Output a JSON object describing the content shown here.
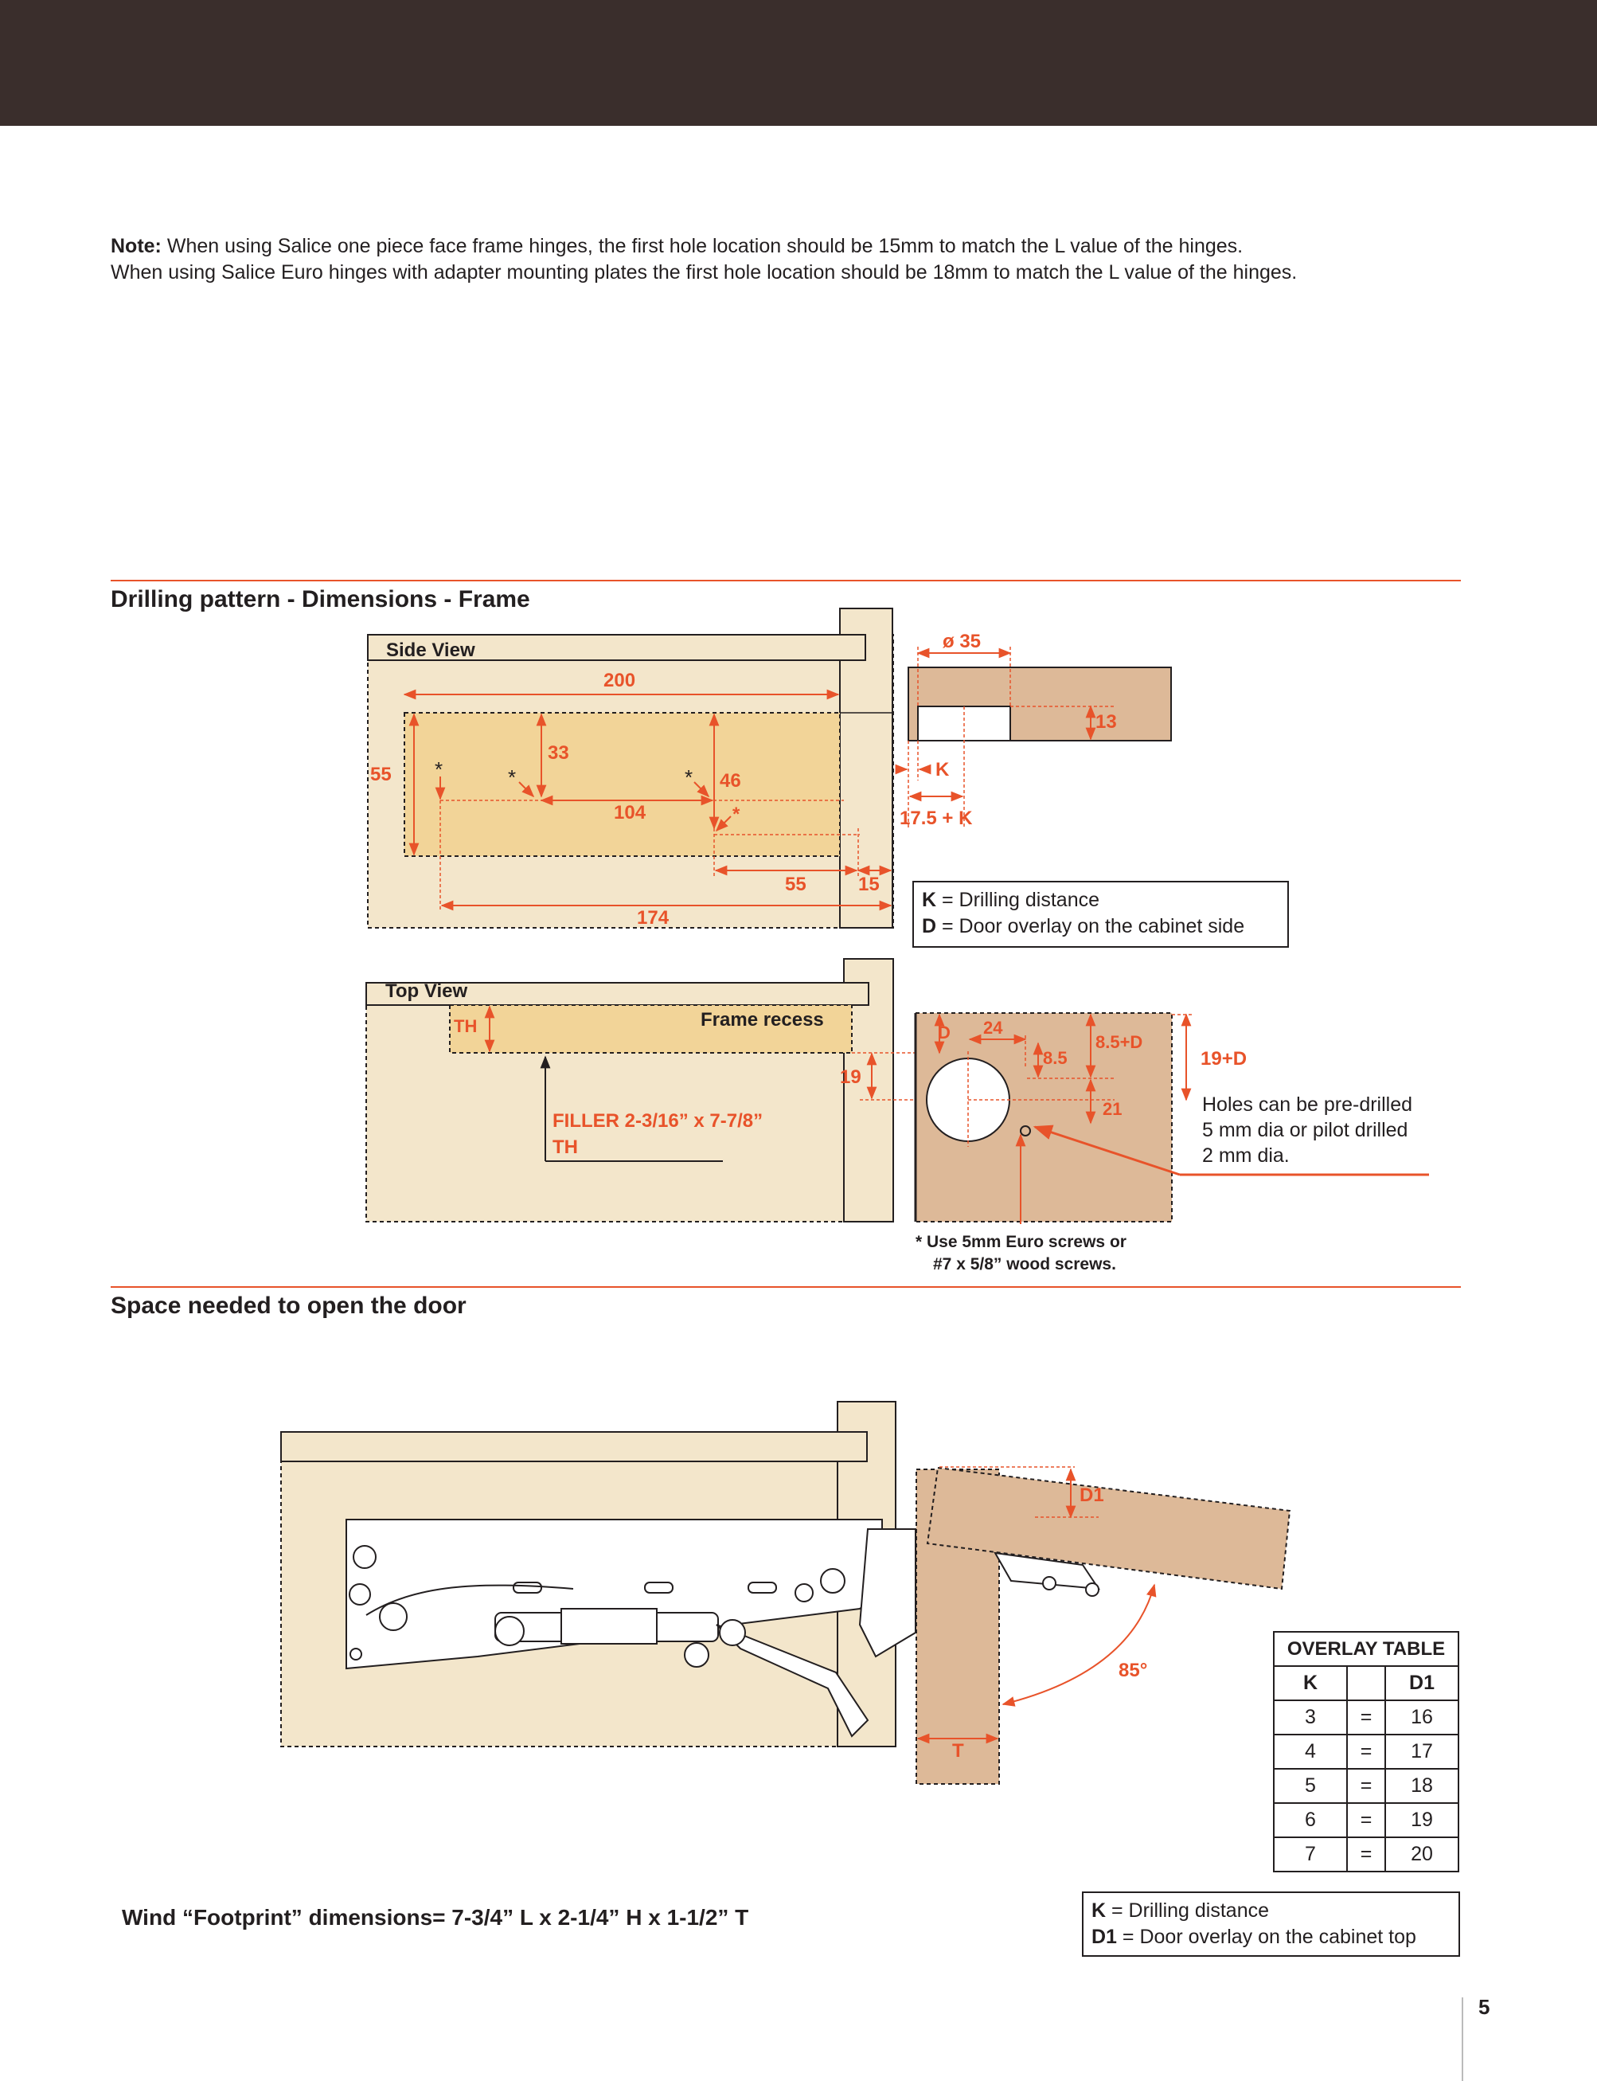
{
  "note": {
    "label": "Note:",
    "line1": "When using Salice one piece face frame hinges, the first hole location should be 15mm to match the L value of the hinges.",
    "line2": "When using Salice Euro hinges with adapter mounting plates the first hole location should be 18mm to match the L value of the hinges."
  },
  "sections": {
    "drilling": "Drilling pattern - Dimensions - Frame",
    "space": "Space needed to open the door"
  },
  "side_view": {
    "title": "Side View",
    "dims": {
      "d200": "200",
      "d33": "33",
      "d55": "55",
      "d104": "104",
      "d46": "46",
      "d55b": "55",
      "d15": "15",
      "d174": "174"
    },
    "asterisk": "*"
  },
  "hinge_detail": {
    "dia": "ø 35",
    "d13": "13",
    "k": "K",
    "d175k": "17.5 + K"
  },
  "legend1": {
    "k_key": "K",
    "k_text": " = Drilling distance",
    "d_key": "D",
    "d_text": " = Door overlay on the cabinet side"
  },
  "top_view": {
    "title": "Top View",
    "th": "TH",
    "frame_recess": "Frame recess",
    "filler_line1": "FILLER 2-3/16” x 7-7/8”",
    "filler_line2": "TH",
    "d19": "19",
    "plate": {
      "d": "D",
      "d24": "24",
      "d85": "8.5",
      "d85d": "8.5+D",
      "d21": "21",
      "d19d": "19+D"
    },
    "holes_note": [
      "Holes can be pre-drilled",
      "5 mm dia or pilot drilled",
      "2 mm dia."
    ],
    "screws_note": [
      "* Use 5mm Euro screws or",
      "#7 x 5/8” wood screws."
    ]
  },
  "door": {
    "d1": "D1",
    "angle": "85°",
    "t": "T"
  },
  "overlay_table": {
    "title": "OVERLAY TABLE",
    "col_k": "K",
    "col_d1": "D1",
    "eq": "=",
    "rows": [
      {
        "k": "3",
        "d1": "16"
      },
      {
        "k": "4",
        "d1": "17"
      },
      {
        "k": "5",
        "d1": "18"
      },
      {
        "k": "6",
        "d1": "19"
      },
      {
        "k": "7",
        "d1": "20"
      }
    ]
  },
  "footprint": "Wind “Footprint” dimensions=  7-3/4” L x 2-1/4” H x 1-1/2” T",
  "legend2": {
    "k_key": "K",
    "k_text": " = Drilling distance",
    "d1_key": "D1",
    "d1_text": " = Door overlay on the cabinet top"
  },
  "page_number": "5",
  "colors": {
    "accent": "#e8532a",
    "header_bar": "#3a2e2c",
    "panel": "#f3e6cb",
    "recess": "#f2d498",
    "wood": "#ddb998"
  }
}
